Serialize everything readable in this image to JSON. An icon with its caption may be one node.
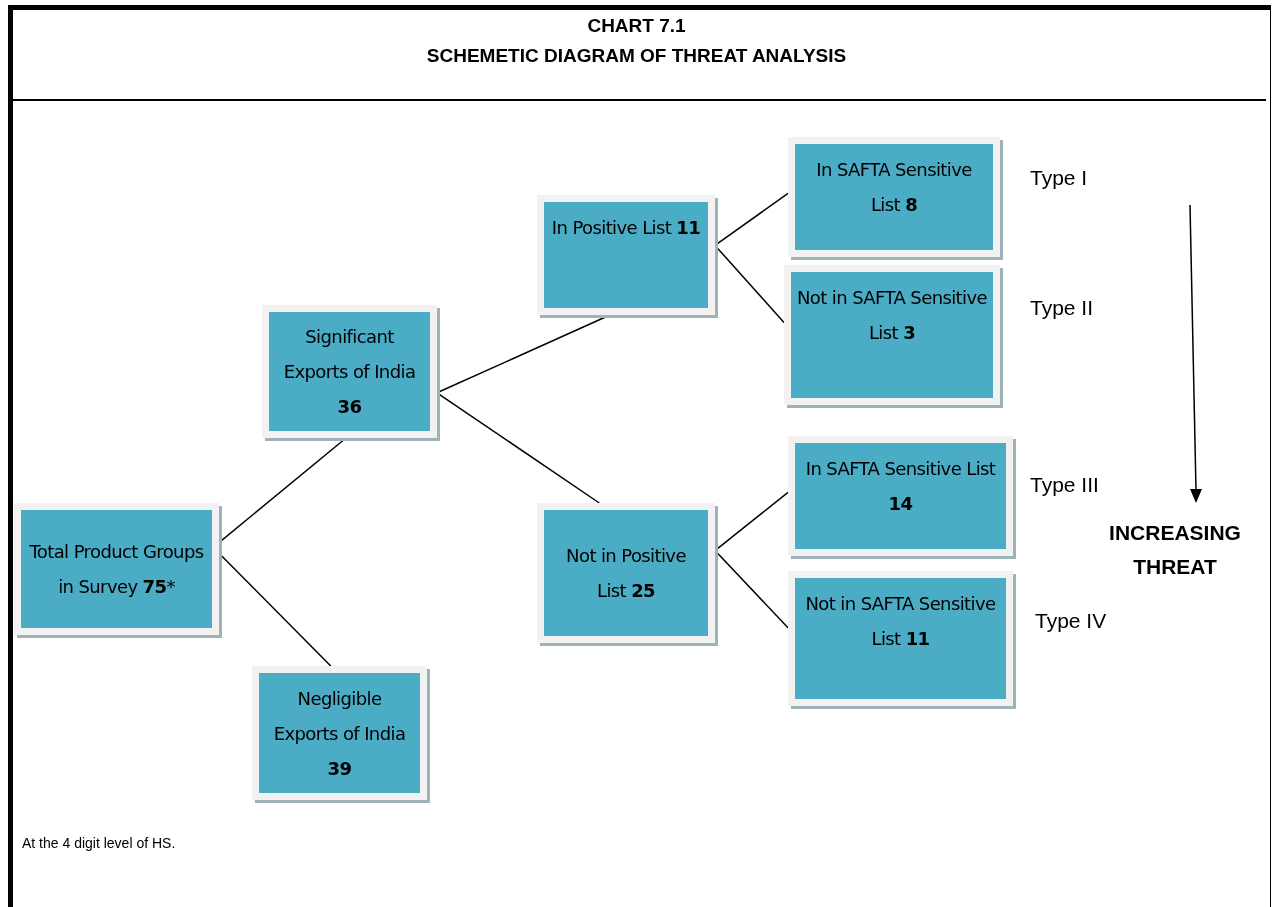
{
  "diagram": {
    "title": "CHART 7.1",
    "nodes": [
      {
        "text": [
          "Total Product Groups in Survey **75***"
        ]
      },
      {
        "text": [
          "Significant Exports of India **36**"
        ]
      },
      {
        "text": [
          "Negligible Exports of India **39**"
        ]
      },
      {
        "text": [
          "In Positive List **11**"
        ]
      },
      {
        "text": [
          "Not in Positive List **25**"
        ]
      },
      {
        "text": [
          "In SAFTA Sensitive List **8**"
        ],
        "beside": [
          "Type I"
        ]
      },
      {
        "text": [
          "Not in SAFTA Sensitive List **3**"
        ],
        "beside": [
          "Type II"
        ]
      },
      {
        "text": [
          "In SAFTA Sensitive List **14**"
        ],
        "beside": [
          "Type III"
        ]
      },
      {
        "text": [
          "Not in SAFTA Sensitive List **11**"
        ],
        "beside": [
          "Type IV"
        ]
      }
    ],
    "edges": [
      {
        "from": 0,
        "to": 1,
        "arrow": "none"
      },
      {
        "from": 0,
        "to": 2,
        "arrow": "none"
      },
      {
        "from": 1,
        "to": 3,
        "arrow": "none"
      },
      {
        "from": 1,
        "to": 4,
        "arrow": "none"
      },
      {
        "from": 3,
        "to": 5,
        "arrow": "none"
      },
      {
        "from": 3,
        "to": 6,
        "arrow": "none"
      },
      {
        "from": 4,
        "to": 7,
        "arrow": "none"
      },
      {
        "from": 4,
        "to": 8,
        "arrow": "none"
      }
    ],
    "labels": [
      "SCHEMETIC DIAGRAM OF THREAT ANALYSIS",
      "INCREASING THREAT",
      "At the 4 digit level of HS."
    ]
  }
}
